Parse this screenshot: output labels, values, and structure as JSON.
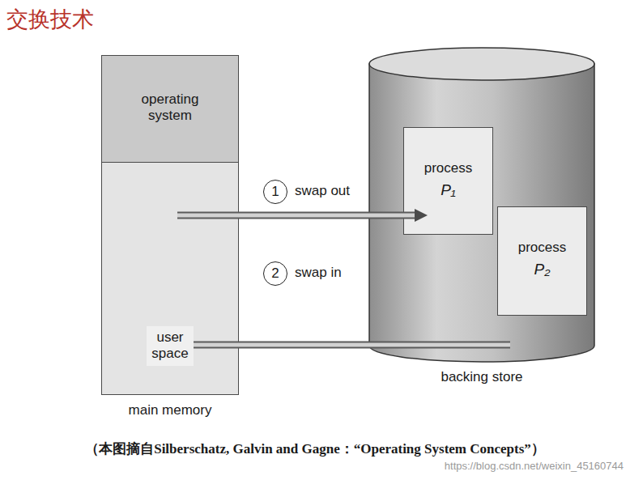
{
  "diagram": {
    "title": "交换技术",
    "caption": "（本图摘自Silberschatz, Galvin and Gagne：“Operating System Concepts”）",
    "nodes": [
      {
        "text": [
          "main memory"
        ]
      },
      {
        "text": [
          "operating system"
        ],
        "in": 0
      },
      {
        "text": [
          "user space"
        ],
        "in": 0
      },
      {
        "text": [
          "backing store"
        ]
      },
      {
        "text": [
          "process",
          "P₁"
        ],
        "in": 3
      },
      {
        "text": [
          "process",
          "P₂"
        ],
        "in": 3
      }
    ],
    "edges": [
      {
        "from": 2,
        "to": 4,
        "label": "swap out",
        "arrow": "to"
      },
      {
        "from": 5,
        "to": 2,
        "label": "swap in",
        "arrow": "to"
      }
    ],
    "labels": [
      "1",
      "2",
      "https://blog.csdn.net/weixin_45160744"
    ]
  }
}
